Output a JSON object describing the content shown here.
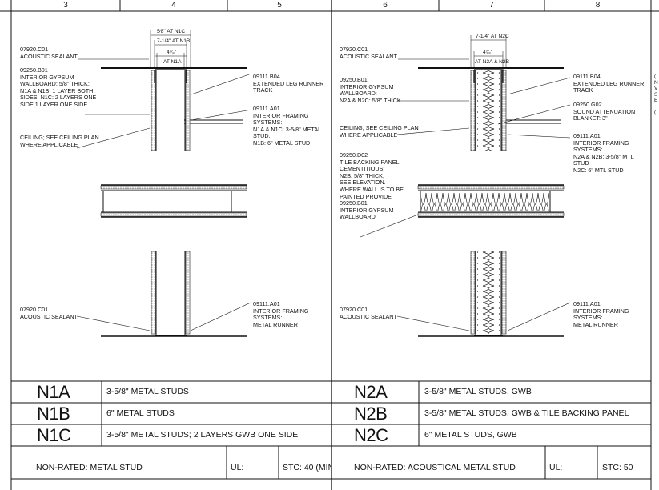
{
  "grid_numbers": [
    "3",
    "4",
    "5",
    "6",
    "7",
    "8"
  ],
  "left_detail": {
    "dims": {
      "n1c": "5⁄8\" AT N1C",
      "n1b": "7-1/4\" AT N1B",
      "n1a_frac": "4⁷⁄₈\"",
      "n1a": "AT N1A"
    },
    "sealant_top": "07920.C01\nACOUSTIC SEALANT",
    "gypsum": "09250.B01\nINTERIOR GYPSUM\nWALLBOARD: 5/8\" THICK:\nN1A & N1B: 1 LAYER BOTH\nSIDES: N1C: 2 LAYERS ONE\nSIDE 1 LAYER ONE SIDE",
    "ceiling": "CEILING; SEE CEILING PLAN\nWHERE APPLICABLE",
    "runner_track": "09111.B04\nEXTENDED LEG RUNNER\nTRACK",
    "framing": "09111.A01\nINTERIOR FRAMING\nSYSTEMS:\nN1A & N1C: 3-5/8\" METAL\nSTUD:\nN1B: 6\" METAL STUD",
    "sealant_bottom": "07920.C01\nACOUSTIC SEALANT",
    "runner": "09111.A01\nINTERIOR FRAMING\nSYSTEMS:\nMETAL RUNNER"
  },
  "right_detail": {
    "dims": {
      "n2c": "7-1/4\" AT N2C",
      "n2a_frac": "4⁷⁄₈\"",
      "n2a": "AT N2A & N2B"
    },
    "sealant_top": "07920.C01\nACOUSTIC SEALANT",
    "gypsum": "09250.B01\nINTERIOR GYPSUM\nWALLBOARD:\nN2A & N2C: 5/8\" THICK",
    "ceiling": "CEILING; SEE CEILING PLAN\nWHERE APPLICABLE",
    "tile": "09250.D02\nTILE BACKING PANEL,\nCEMENTITIOUS:\nN2B: 5/8\" THICK;\nSEE ELEVATION.\nWHERE WALL IS TO BE\nPAINTED PROVIDE\n09250.B01\nINTERIOR GYPSUM\nWALLBOARD",
    "runner_track": "09111.B04\nEXTENDED LEG RUNNER\nTRACK",
    "blanket": "09250.G02\nSOUND ATTENUATION\nBLANKET: 3\"",
    "framing": "09111.A01\nINTERIOR FRAMING\nSYSTEMS:\nN2A & N2B: 3-5/8\" MTL\nSTUD\nN2C: 6\" MTL STUD",
    "sealant_bottom": "07920.C01\nACOUSTIC SEALANT",
    "runner": "09111.A01\nINTERIOR FRAMING\nSYSTEMS:\nMETAL RUNNER"
  },
  "schedule_left": [
    {
      "code": "N1A",
      "desc": "3-5/8\" METAL STUDS"
    },
    {
      "code": "N1B",
      "desc": "6\" METAL STUDS"
    },
    {
      "code": "N1C",
      "desc": "3-5/8\" METAL STUDS; 2 LAYERS GWB ONE SIDE"
    }
  ],
  "schedule_right": [
    {
      "code": "N2A",
      "desc": "3-5/8\" METAL STUDS, GWB"
    },
    {
      "code": "N2B",
      "desc": "3-5/8\" METAL STUDS, GWB & TILE BACKING PANEL"
    },
    {
      "code": "N2C",
      "desc": "6\" METAL STUDS, GWB"
    }
  ],
  "footer_left": {
    "rating": "NON-RATED: METAL STUD",
    "ul": "UL:",
    "stc": "STC: 40 (MIN"
  },
  "footer_right": {
    "rating": "NON-RATED: ACOUSTICAL METAL STUD",
    "ul": "UL:",
    "stc": "STC: 50"
  },
  "edge_text": "(\nN\nV\nS\nE\n\n(\n"
}
